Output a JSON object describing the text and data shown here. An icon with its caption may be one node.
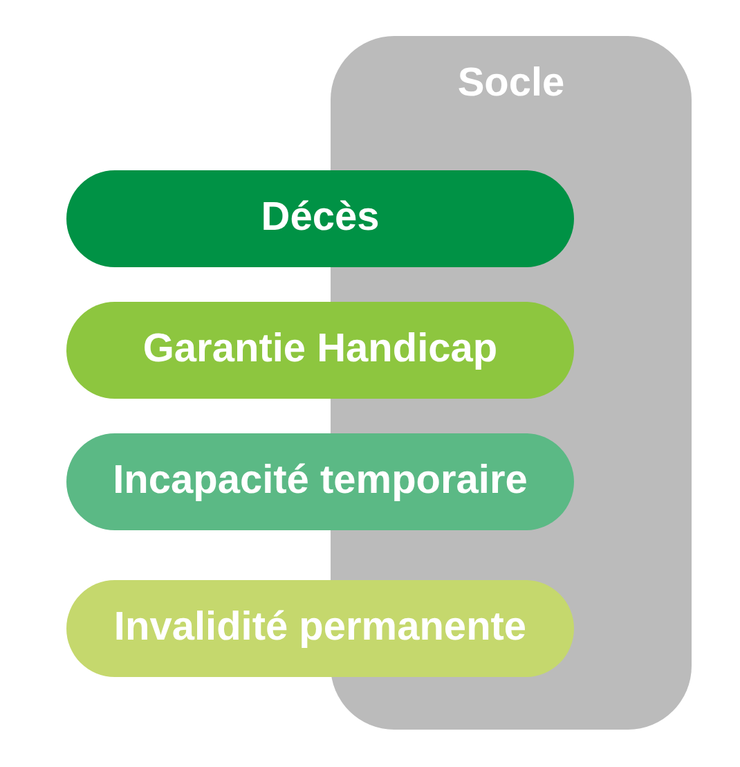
{
  "diagram": {
    "nodes": [
      {
        "text": [
          "Socle"
        ]
      },
      {
        "text": [
          "Décès"
        ]
      },
      {
        "text": [
          "Garantie Handicap"
        ]
      },
      {
        "text": [
          "Incapacité temporaire"
        ]
      },
      {
        "text": [
          "Invalidité permanente"
        ]
      }
    ]
  }
}
